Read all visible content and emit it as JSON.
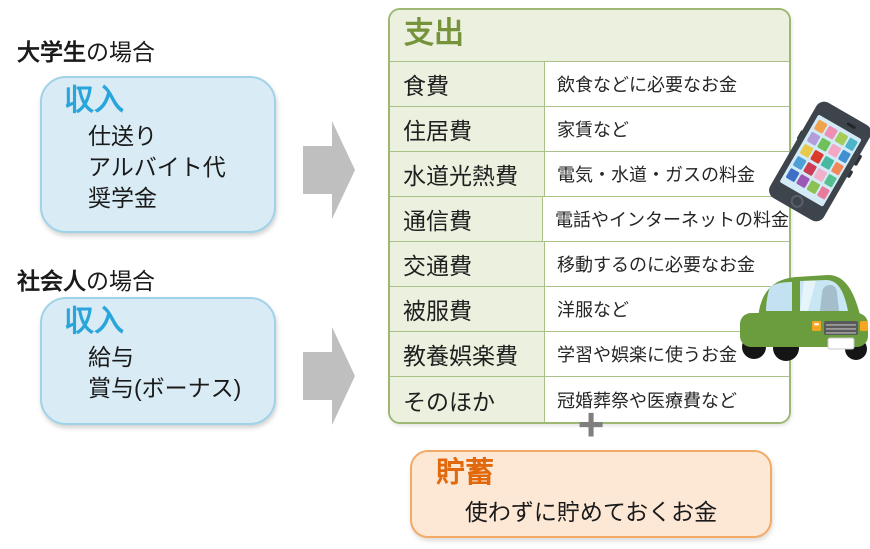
{
  "student_section": {
    "label_bold": "大学生",
    "label_suffix": "の場合",
    "income_title": "収入",
    "items": [
      "仕送り",
      "アルバイト代",
      "奨学金"
    ]
  },
  "worker_section": {
    "label_bold": "社会人",
    "label_suffix": "の場合",
    "income_title": "収入",
    "items": [
      "給与",
      "賞与(ボーナス)"
    ]
  },
  "expenses_table": {
    "title": "支出",
    "rows": [
      {
        "category": "食費",
        "description": "飲食などに必要なお金"
      },
      {
        "category": "住居費",
        "description": "家賃など"
      },
      {
        "category": "水道光熱費",
        "description": "電気・水道・ガスの料金"
      },
      {
        "category": "通信費",
        "description": "電話やインターネットの料金"
      },
      {
        "category": "交通費",
        "description": "移動するのに必要なお金"
      },
      {
        "category": "被服費",
        "description": "洋服など"
      },
      {
        "category": "教養娯楽費",
        "description": "学習や娯楽に使うお金"
      },
      {
        "category": "そのほか",
        "description": "冠婚葬祭や医療費など"
      }
    ]
  },
  "plus_sign": "+",
  "savings_box": {
    "title": "貯蓄",
    "description": "使わずに貯めておくお金"
  },
  "icons": {
    "arrow": "arrow-right-icon",
    "plus": "plus-icon",
    "phone": "smartphone-icon",
    "car": "car-icon"
  },
  "colors": {
    "income_blue": "#29a5dc",
    "income_box_fill": "#d9ecf6",
    "income_box_border": "#a0d2e8",
    "expense_green": "#76933c",
    "table_fill": "#ebf1de",
    "table_border": "#a9c186",
    "savings_orange": "#e2690b",
    "savings_fill": "#fde8d6",
    "savings_border": "#f2aa66",
    "arrow_gray": "#bfbfbf",
    "plus_gray": "#7f7f7f"
  }
}
